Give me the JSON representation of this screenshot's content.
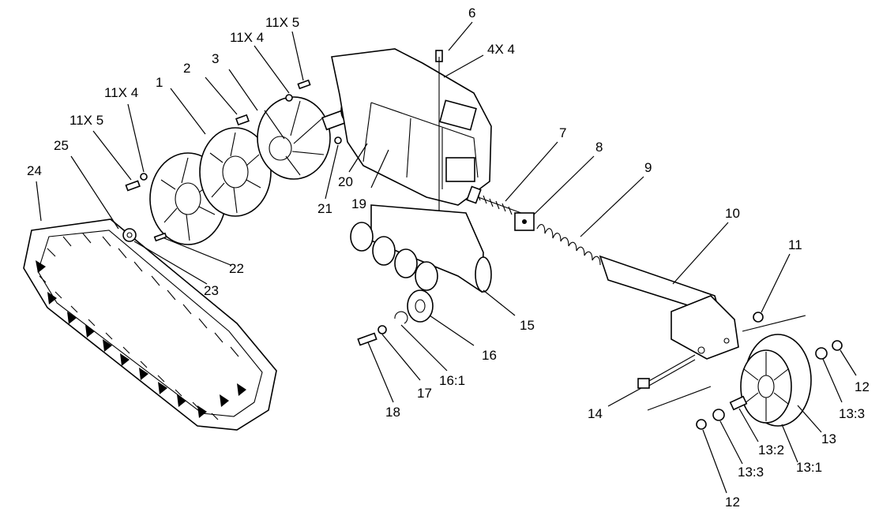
{
  "diagram": {
    "callouts": [
      {
        "id": "c6",
        "text": "6"
      },
      {
        "id": "c4x4",
        "text": "4X 4"
      },
      {
        "id": "c11x5top",
        "text": "11X 5"
      },
      {
        "id": "c11x4top",
        "text": "11X 4"
      },
      {
        "id": "c3",
        "text": "3"
      },
      {
        "id": "c2",
        "text": "2"
      },
      {
        "id": "c1",
        "text": "1"
      },
      {
        "id": "c11x4left",
        "text": "11X 4"
      },
      {
        "id": "c11x5left",
        "text": "11X 5"
      },
      {
        "id": "c25",
        "text": "25"
      },
      {
        "id": "c24",
        "text": "24"
      },
      {
        "id": "c20",
        "text": "20"
      },
      {
        "id": "c19",
        "text": "19"
      },
      {
        "id": "c21",
        "text": "21"
      },
      {
        "id": "c22",
        "text": "22"
      },
      {
        "id": "c23",
        "text": "23"
      },
      {
        "id": "c7",
        "text": "7"
      },
      {
        "id": "c8",
        "text": "8"
      },
      {
        "id": "c9",
        "text": "9"
      },
      {
        "id": "c10",
        "text": "10"
      },
      {
        "id": "c11",
        "text": "11"
      },
      {
        "id": "c15",
        "text": "15"
      },
      {
        "id": "c16",
        "text": "16"
      },
      {
        "id": "c161",
        "text": "16:1"
      },
      {
        "id": "c17",
        "text": "17"
      },
      {
        "id": "c18",
        "text": "18"
      },
      {
        "id": "c14",
        "text": "14"
      },
      {
        "id": "c12right",
        "text": "12"
      },
      {
        "id": "c133right",
        "text": "13:3"
      },
      {
        "id": "c13",
        "text": "13"
      },
      {
        "id": "c131",
        "text": "13:1"
      },
      {
        "id": "c132",
        "text": "13:2"
      },
      {
        "id": "c133bottom",
        "text": "13:3"
      },
      {
        "id": "c12bottom",
        "text": "12"
      }
    ]
  }
}
